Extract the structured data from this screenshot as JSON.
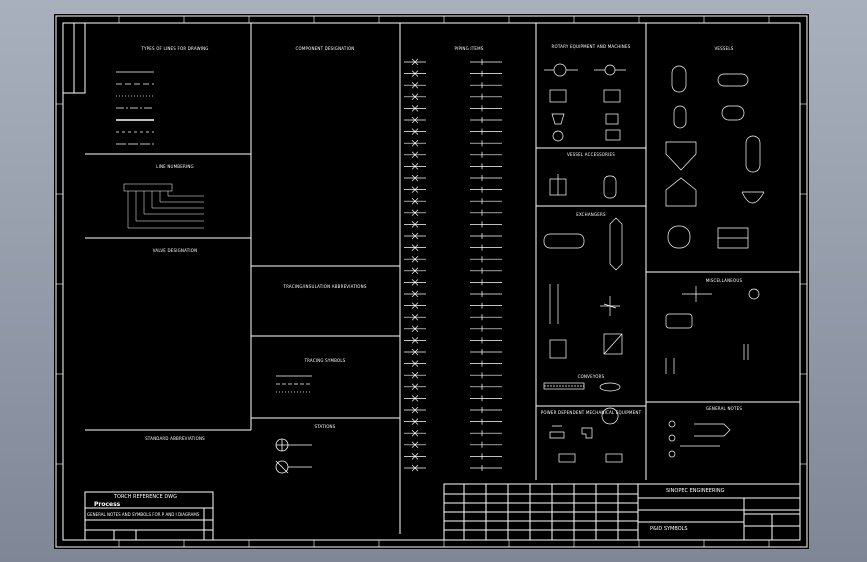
{
  "sheet": {
    "sections": {
      "lines": "TYPES OF LINES FOR DRAWING",
      "line_numbering": "LINE NUMBERING",
      "valves": "VALVE DESIGNATION",
      "abbreviations": "STANDARD ABBREVIATIONS",
      "components": "COMPONENT DESIGNATION",
      "insulation": "TRACING/INSULATION ABBREVIATIONS",
      "tracing": "TRACING SYMBOLS",
      "stations": "STATIONS",
      "piping": "PIPING ITEMS",
      "rotary": "ROTARY EQUIPMENT AND MACHINES",
      "vessels": "VESSELS",
      "vessel_accessories": "VESSEL ACCESSORIES",
      "exchangers": "EXCHANGERS",
      "miscellaneous": "MISCELLANEOUS",
      "conveyors": "CONVEYORS",
      "mechanical": "POWER DEPENDENT MECHANICAL EQUIPMENT",
      "general": "GENERAL NOTES"
    },
    "title_block": {
      "stamp": "TORCH REFERENCE DWG",
      "process": "Process",
      "drawing_title": "GENERAL NOTES AND SYMBOLS FOR P AND I DIAGRAMS",
      "company": "SINOPEC ENGINEERING",
      "project": "P&ID SYMBOLS"
    },
    "colors": {
      "sheet": "#000000",
      "line": "#ffffff",
      "highlight": "#ffd400",
      "stamp": "#ff3b2f"
    }
  }
}
